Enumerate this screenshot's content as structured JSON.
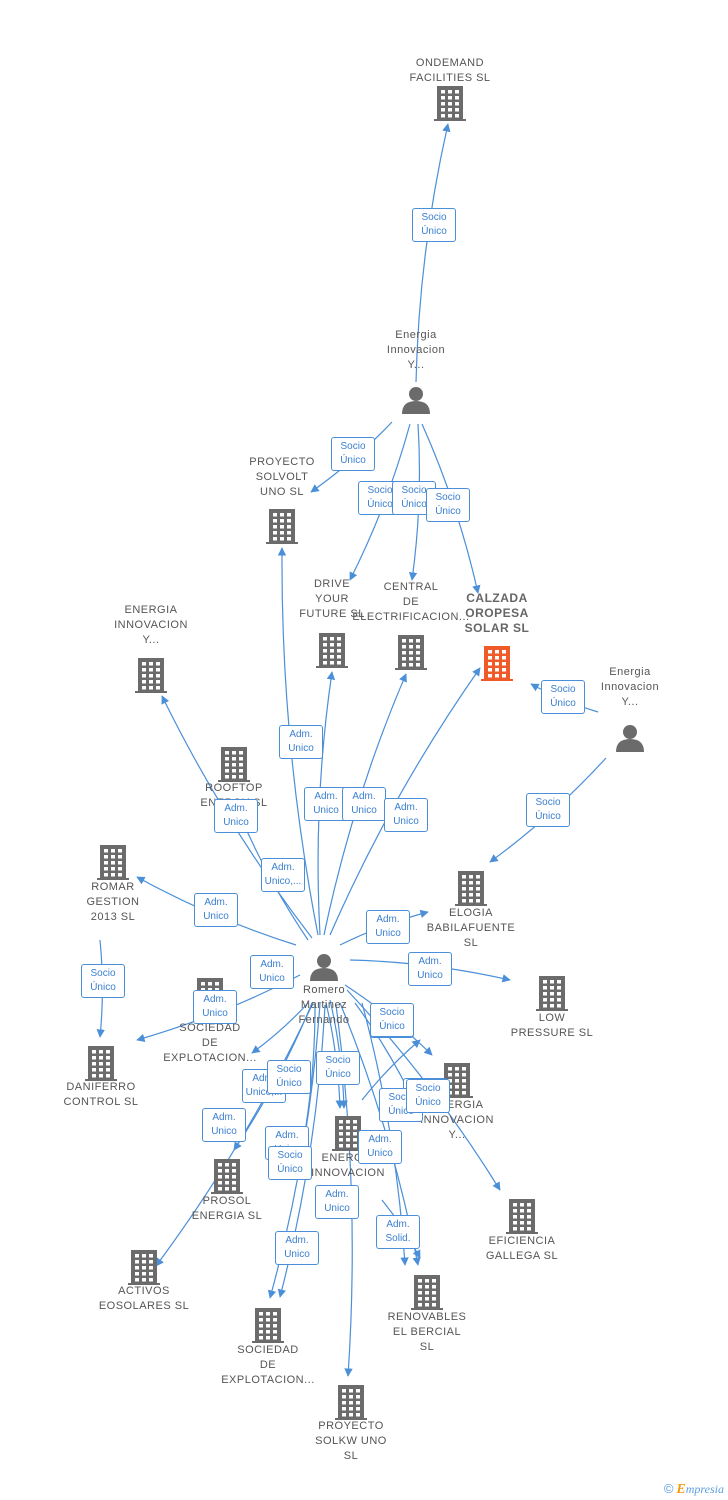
{
  "colors": {
    "edge": "#4a8fd8",
    "building": "#6b6b6b",
    "building_highlight": "#f05a28",
    "person": "#6b6b6b"
  },
  "nodes": [
    {
      "id": "ondemand",
      "type": "building",
      "label": "ONDEMAND\nFACILITIES SL"
    },
    {
      "id": "eiy_top",
      "type": "person",
      "label": "Energia\nInnovacion\nY..."
    },
    {
      "id": "solvolt",
      "type": "building",
      "label": "PROYECTO\nSOLVOLT\nUNO  SL"
    },
    {
      "id": "drive",
      "type": "building",
      "label": "DRIVE\nYOUR\nFUTURE  SL"
    },
    {
      "id": "central",
      "type": "building",
      "label": "CENTRAL\nDE\nELECTRIFICACION..."
    },
    {
      "id": "calzada",
      "type": "building",
      "highlight": true,
      "label": "CALZADA\nOROPESA\nSOLAR  SL"
    },
    {
      "id": "eiy_right",
      "type": "person",
      "label": "Energia\nInnovacion\nY..."
    },
    {
      "id": "ei_building_left",
      "type": "building",
      "label": "ENERGIA\nINNOVACION\nY..."
    },
    {
      "id": "rooftop",
      "type": "building",
      "label": "ROOFTOP\nENERGY  SL"
    },
    {
      "id": "romar",
      "type": "building",
      "label": "ROMAR\nGESTION\n2013  SL"
    },
    {
      "id": "elogia",
      "type": "building",
      "label": "ELOGIA\nBABILAFUENTE\nSL"
    },
    {
      "id": "romero",
      "type": "person",
      "label": "Romero\nMartinez\nFernando"
    },
    {
      "id": "low",
      "type": "building",
      "label": "LOW\nPRESSURE  SL"
    },
    {
      "id": "soc_exp1",
      "type": "building",
      "label": "SOCIEDAD\nDE\nEXPLOTACION..."
    },
    {
      "id": "daniferro",
      "type": "building",
      "label": "DANIFERRO\nCONTROL  SL"
    },
    {
      "id": "ei_building_right",
      "type": "building",
      "label": "ENERGIA\nINNOVACION\nY..."
    },
    {
      "id": "ei_building_center",
      "type": "building",
      "label": "ENERGIA\nINNOVACION"
    },
    {
      "id": "prosol",
      "type": "building",
      "label": "PROSOL\nENERGIA  SL"
    },
    {
      "id": "eficiencia",
      "type": "building",
      "label": "EFICIENCIA\nGALLEGA SL"
    },
    {
      "id": "activos",
      "type": "building",
      "label": "ACTIVOS\nEOSOLARES SL"
    },
    {
      "id": "renovables",
      "type": "building",
      "label": "RENOVABLES\nEL BERCIAL\nSL"
    },
    {
      "id": "soc_exp2",
      "type": "building",
      "label": "SOCIEDAD\nDE\nEXPLOTACION..."
    },
    {
      "id": "solkw",
      "type": "building",
      "label": "PROYECTO\nSOLKW UNO\nSL"
    }
  ],
  "edge_labels": [
    "Socio\nÚnico",
    "Socio\nÚnico",
    "Socio\nÚnico",
    "Socio\nÚnico",
    "Socio\nÚnico",
    "Socio\nÚnico",
    "Socio\nÚnico",
    "Adm.\nUnico",
    "Adm.\nUnico",
    "Adm.\nUnico",
    "Adm.\nUnico",
    "Adm.\nUnico",
    "Adm.\nUnico,...",
    "Adm.\nUnico",
    "Socio\nÚnico",
    "Adm.\nUnico",
    "Adm.\nUnico",
    "Adm.\nUnico",
    "Adm.\nUnico",
    "Adm.\nUnico",
    "Socio\nÚnico",
    "Adm.\nUnico,...",
    "Socio\nÚnico",
    "Adm.\nUnico",
    "Adm.\nUnico",
    "Adm.\nUnico",
    "Socio\nÚnico",
    "Adm.\nSolid.",
    "Adm.\nUnico",
    "Adm.\nUnico",
    "Socio\nÚnico",
    "Socio\nÚnico",
    "Socio\nÚnico",
    "Adm.\nUnico"
  ],
  "footer": {
    "copyright": "©",
    "brand_first": "E",
    "brand_rest": "mpresia"
  }
}
